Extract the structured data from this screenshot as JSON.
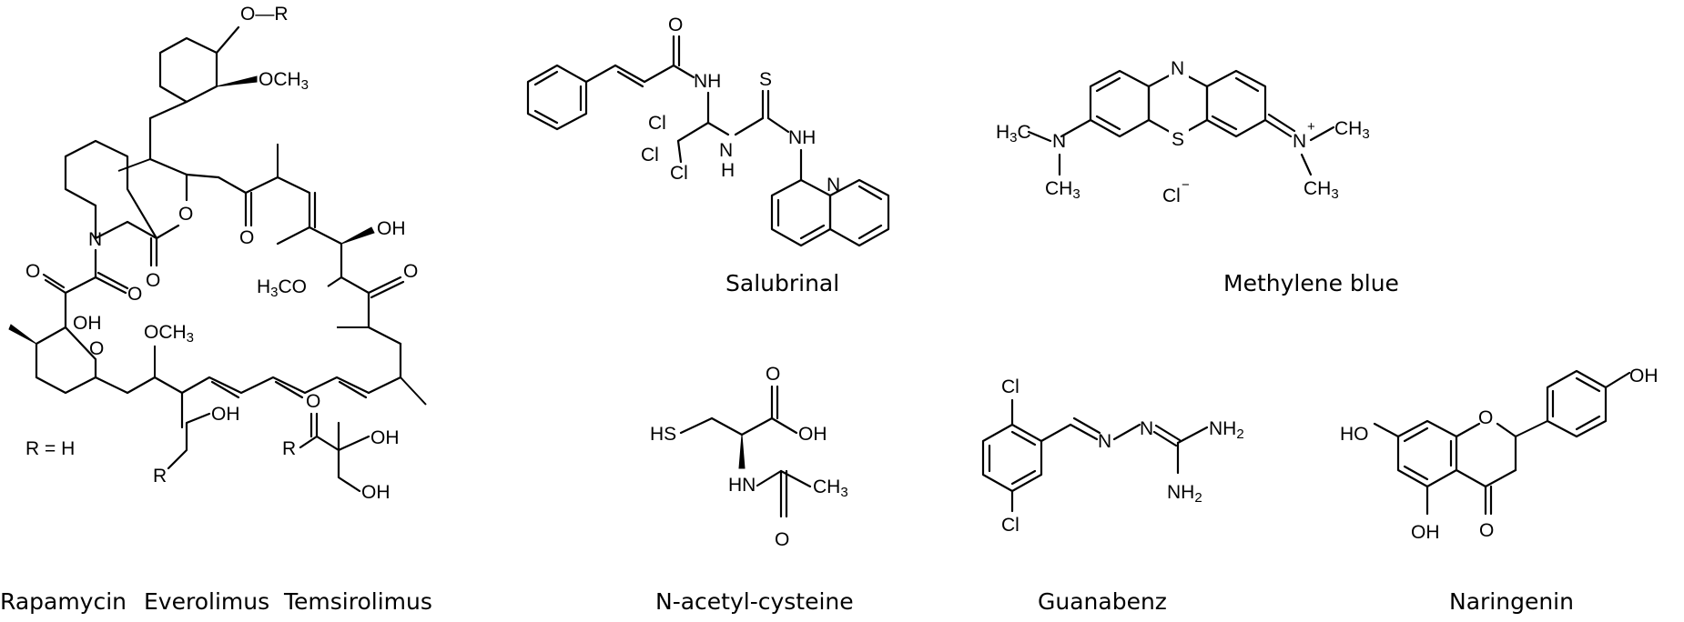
{
  "captions": {
    "rapamycin": "Rapamycin",
    "everolimus": "Everolimus",
    "temsirolimus": "Temsirolimus",
    "salubrinal": "Salubrinal",
    "methylene_blue": "Methylene blue",
    "nac": "N-acetyl-cysteine",
    "guanabenz": "Guanabenz",
    "naringenin": "Naringenin"
  },
  "labels": {
    "o_r": "O—R",
    "och3": "OCH",
    "three": "3",
    "oh": "OH",
    "o": "O",
    "n": "N",
    "h3co": "H",
    "co": "CO",
    "r_eq_h": "R = H",
    "r": "R",
    "nh": "NH",
    "h": "H",
    "s": "S",
    "cl": "Cl",
    "minus": "−",
    "plus": "+",
    "ch": "CH",
    "h_letter": "H",
    "c": "C",
    "hs": "HS",
    "nh2": "NH",
    "two": "2",
    "ho": "HO"
  }
}
